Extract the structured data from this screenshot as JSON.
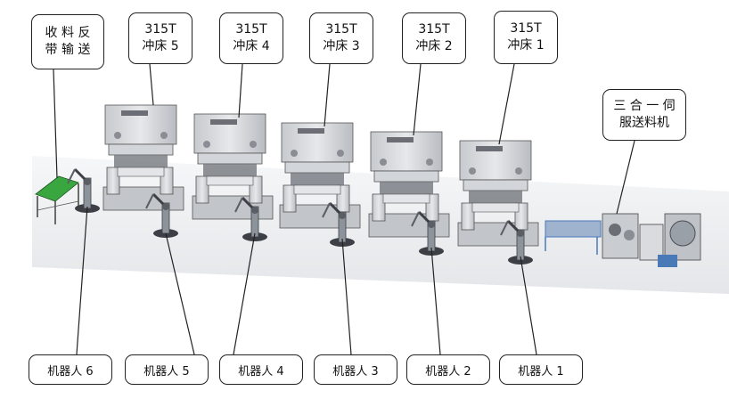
{
  "callouts": {
    "conveyor": [
      "收 料 反",
      "带 输 送"
    ],
    "press5": [
      "315T",
      "冲床 5"
    ],
    "press4": [
      "315T",
      "冲床 4"
    ],
    "press3": [
      "315T",
      "冲床 3"
    ],
    "press2": [
      "315T",
      "冲床 2"
    ],
    "press1": [
      "315T",
      "冲床 1"
    ],
    "feeder": [
      "三 合 一 伺",
      "服送料机"
    ]
  },
  "robots": [
    "机器人 6",
    "机器人 5",
    "机器人 4",
    "机器人 3",
    "机器人 2",
    "机器人 1"
  ],
  "colors": {
    "press_body": "#d9dbde",
    "press_dark": "#6b6f75",
    "conveyor_green": "#3aa640",
    "robot_dark": "#3c4046",
    "feeder_blue": "#4a79b8",
    "floor": "#eceef0"
  }
}
